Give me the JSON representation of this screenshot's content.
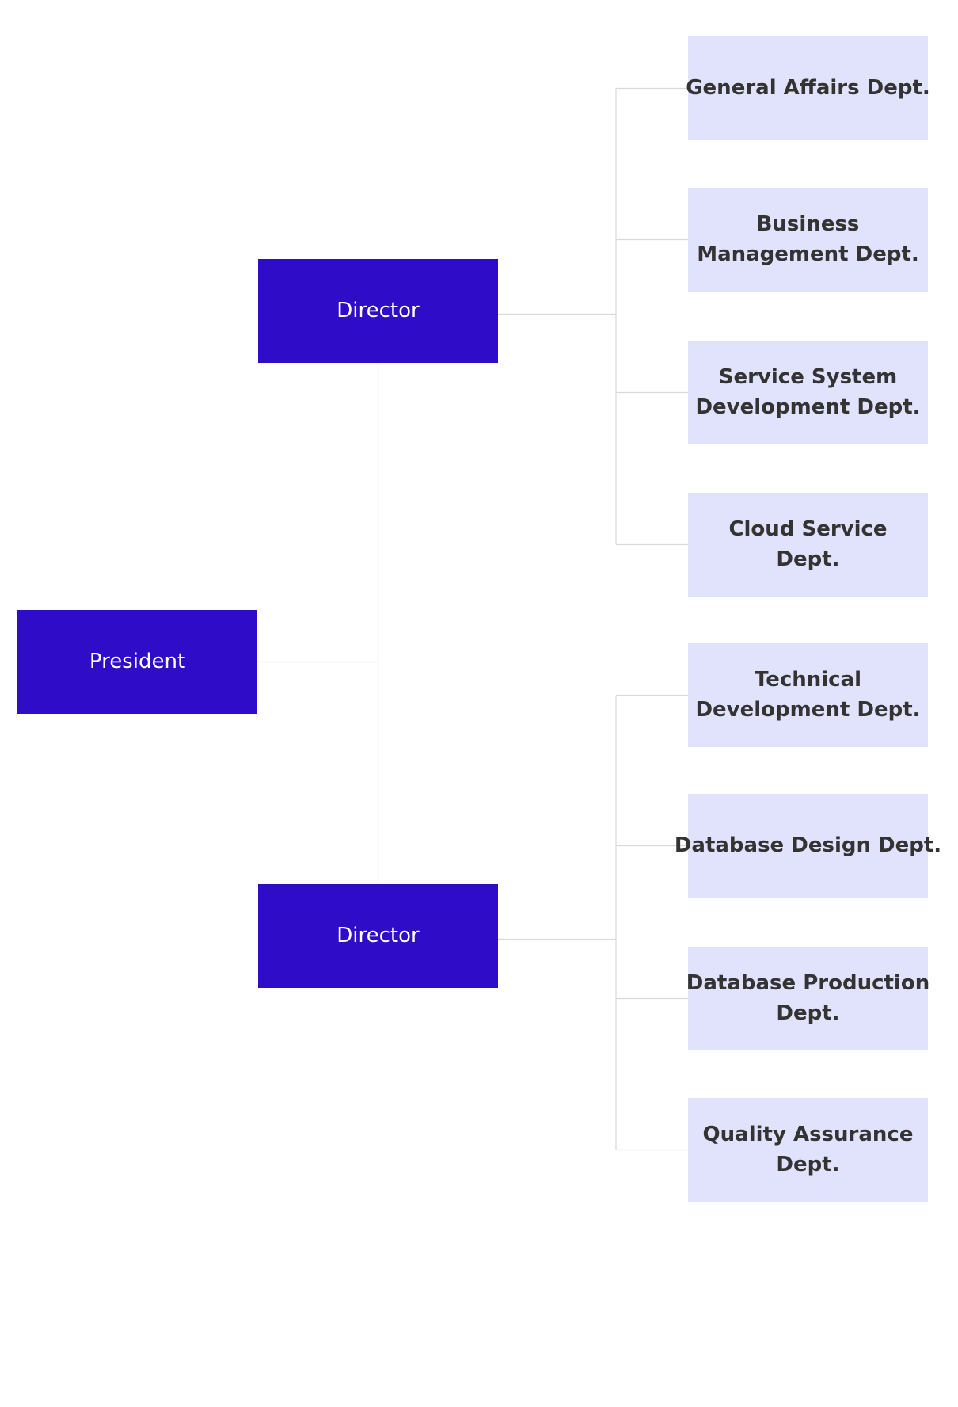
{
  "colors": {
    "executive_fill": "#2f0cc8",
    "executive_text": "#ffffff",
    "department_fill": "#e1e3fd",
    "department_text": "#333333",
    "connector": "#d9d9dc"
  },
  "president": {
    "label": "President"
  },
  "directors": [
    {
      "label": "Director",
      "departments": [
        {
          "lines": [
            "General Affairs Dept."
          ]
        },
        {
          "lines": [
            "Business",
            "Management Dept."
          ]
        },
        {
          "lines": [
            "Service System",
            "Development Dept."
          ]
        },
        {
          "lines": [
            "Cloud Service",
            "Dept."
          ]
        }
      ]
    },
    {
      "label": "Director",
      "departments": [
        {
          "lines": [
            "Technical",
            "Development Dept."
          ]
        },
        {
          "lines": [
            "Database Design Dept."
          ]
        },
        {
          "lines": [
            "Database Production",
            "Dept."
          ]
        },
        {
          "lines": [
            "Quality Assurance",
            "Dept."
          ]
        }
      ]
    }
  ]
}
